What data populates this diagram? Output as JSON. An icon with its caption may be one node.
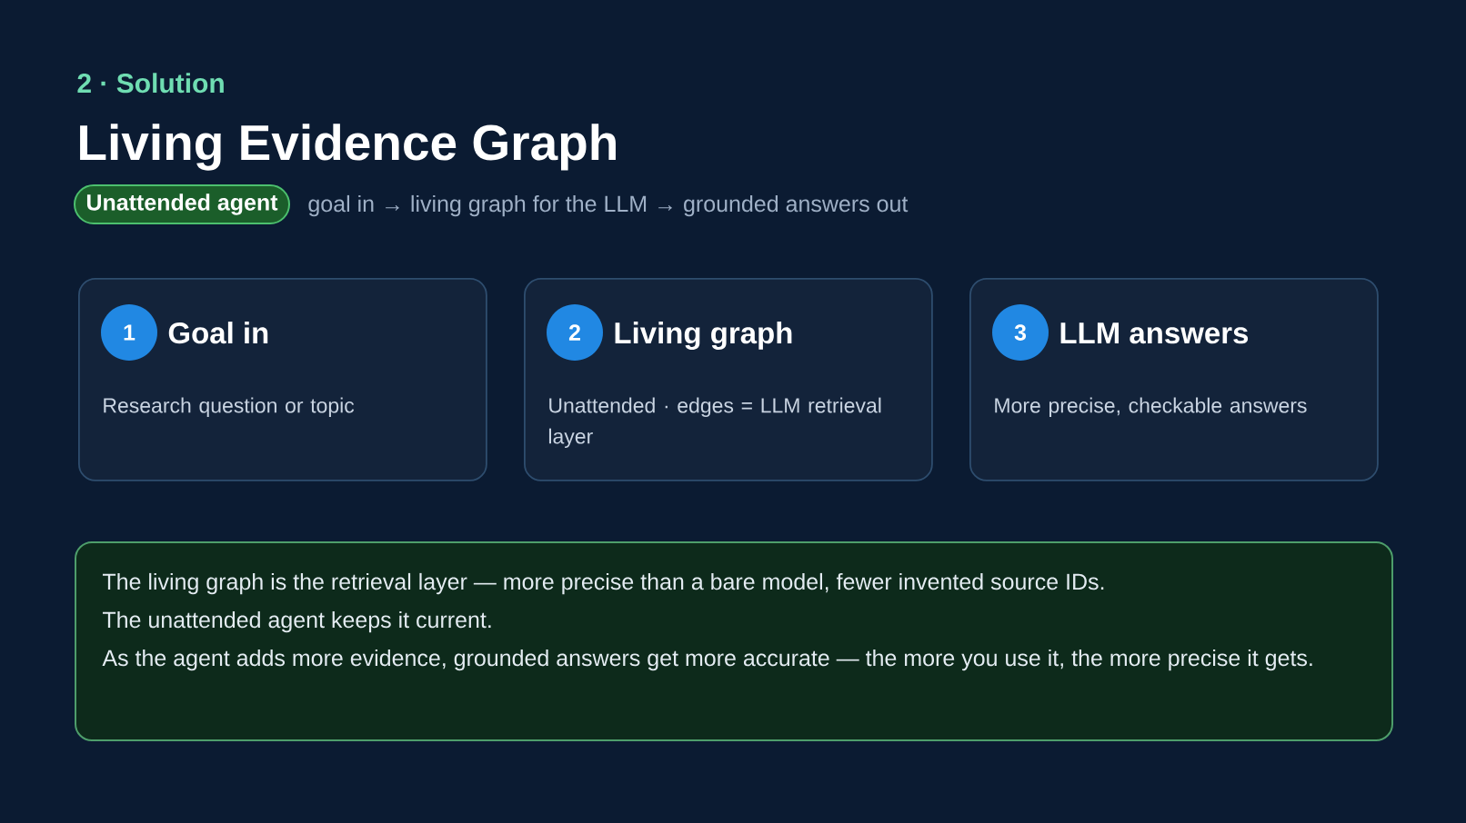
{
  "diagram": {
    "title": "Living Evidence Graph",
    "nodes": [
      {
        "text": [
          "Unattended agent"
        ]
      },
      {
        "text": [
          "Goal in",
          "Research question or topic"
        ]
      },
      {
        "text": [
          "1"
        ],
        "in": 1
      },
      {
        "text": [
          "Living graph",
          "Unattended · edges = LLM retrieval layer"
        ]
      },
      {
        "text": [
          "2"
        ],
        "in": 3
      },
      {
        "text": [
          "LLM answers",
          "More precise, checkable answers"
        ]
      },
      {
        "text": [
          "3"
        ],
        "in": 5
      },
      {
        "text": [
          "The living graph is the retrieval layer — more precise than a bare model, fewer invented source IDs.",
          "The unattended agent keeps it current.",
          "As the agent adds more evidence, grounded answers get more accurate — the more you use it, the more precise it gets."
        ]
      }
    ],
    "labels": [
      "2 · Solution",
      "goal in → living graph for the LLM → grounded answers out"
    ]
  }
}
